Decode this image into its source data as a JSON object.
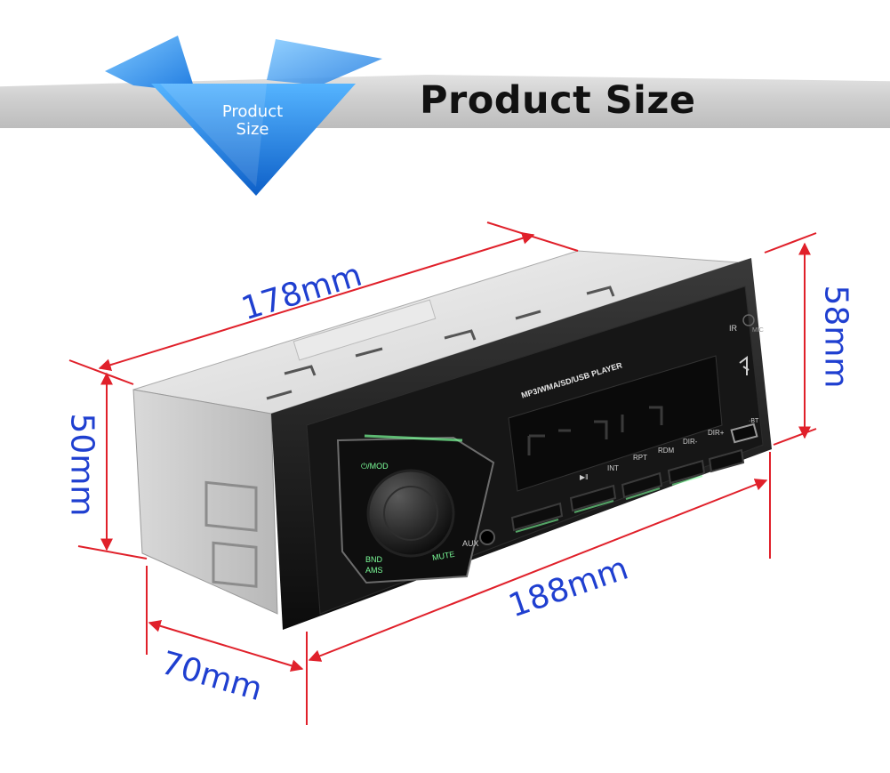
{
  "header": {
    "title": "Product Size",
    "badge_line1": "Product",
    "badge_line2": "Size"
  },
  "dimensions": {
    "depth": "178mm",
    "width": "188mm",
    "body_height": "50mm",
    "panel_height": "58mm",
    "panel_depth": "70mm"
  },
  "device": {
    "display_label": "MP3/WMA/SD/USB PLAYER",
    "knob_label": "⏻/MOD",
    "band_label": "BND",
    "ams_label": "AMS",
    "mute_label": "MUTE",
    "aux_label": "AUX",
    "ir_label": "IR",
    "mic_label": "MIC",
    "bt_label": "·BT",
    "buttons": [
      "▶‖",
      "INT",
      "RPT",
      "RDM",
      "DIR-",
      "DIR+"
    ]
  },
  "colors": {
    "dimension_text": "#1f3fd0",
    "arrow": "#e0202a",
    "badge": "#1a6fd6",
    "accent_green": "#7cff9a"
  }
}
